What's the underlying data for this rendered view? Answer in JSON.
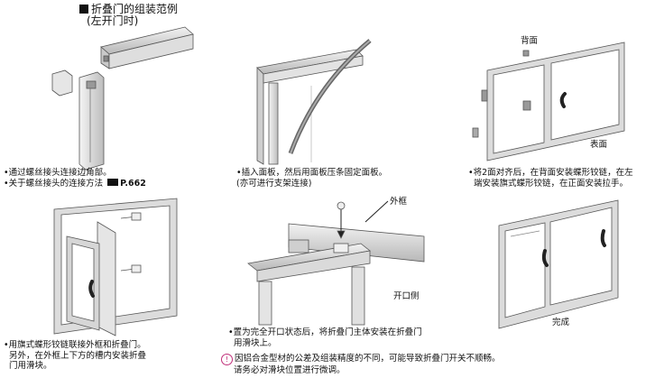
{
  "title": {
    "main": "折叠门的组装范例",
    "sub": "(左开门时)"
  },
  "steps": [
    {
      "lines": [
        "•通过螺丝接头连接边角部。",
        "•关于螺丝接头的连接方法",
        "P.662"
      ]
    },
    {
      "lines": [
        "•插入面板，然后用面板压条固定面板。",
        "(亦可进行支架连接)"
      ]
    },
    {
      "lines": [
        "•将2面对齐后，在背面安装蝶形铰链，在左",
        "端安装旗式蝶形铰链，在正面安装拉手。"
      ]
    },
    {
      "lines": [
        "•用旗式蝶形铰链联接外框和折叠门。",
        "另外，在外框上下方的槽内安装折叠",
        "门用滑块。"
      ]
    },
    {
      "lines": [
        "•置为完全开口状态后，将折叠门主体安装在折叠门",
        "用滑块上。"
      ]
    }
  ],
  "labels": {
    "back": "背面",
    "front": "表面",
    "outer_frame": "外框",
    "open_side": "开口侧",
    "done": "完成"
  },
  "note": {
    "icon": "warning-icon",
    "lines": [
      "因铝合金型材的公差及组装精度的不同，可能导致折叠门开关不顺畅。",
      "请务必对滑块位置进行微调。"
    ]
  },
  "colors": {
    "frame": "#d8d8d8",
    "edge": "#555555",
    "accent": "#c0307a"
  }
}
